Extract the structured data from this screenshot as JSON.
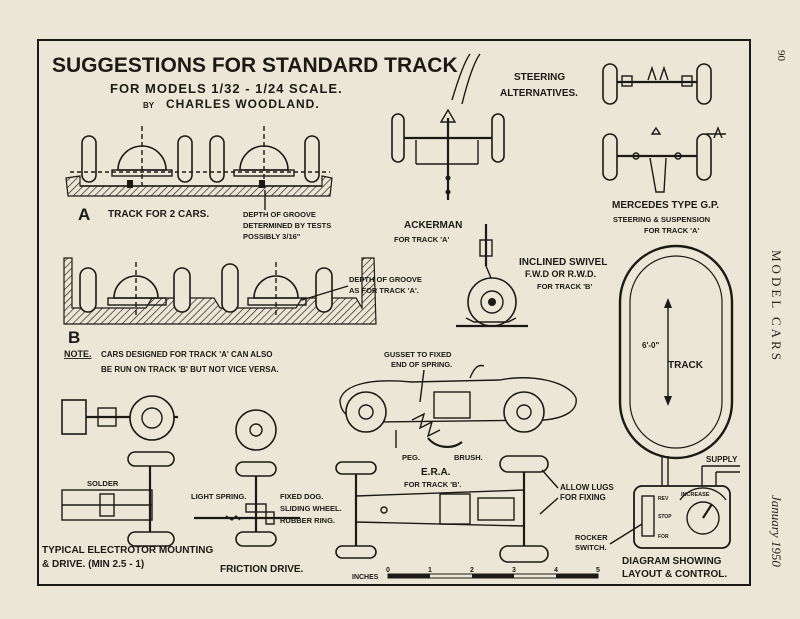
{
  "page": {
    "number": "90",
    "magazine": "MODEL  CARS",
    "issue": "January  1950"
  },
  "header": {
    "title": "SUGGESTIONS FOR STANDARD TRACK",
    "subtitle": "FOR  MODELS  1/32  -  1/24  SCALE.",
    "byline_by": "BY",
    "byline_name": "CHARLES  WOODLAND."
  },
  "steering": {
    "heading_line1": "STEERING",
    "heading_line2": "ALTERNATIVES.",
    "ackerman_title": "ACKERMAN",
    "ackerman_sub": "FOR  TRACK 'A'",
    "mercedes_title": "MERCEDES  TYPE  G.P.",
    "mercedes_sub1": "STEERING  &  SUSPENSION",
    "mercedes_sub2": "FOR  TRACK 'A'"
  },
  "track_a": {
    "letter": "A",
    "label": "TRACK  FOR  2  CARS.",
    "groove_line1": "DEPTH  OF  GROOVE",
    "groove_line2": "DETERMINED  BY  TESTS",
    "groove_line3": "POSSIBLY  3/16\""
  },
  "track_b": {
    "letter": "B",
    "groove_line1": "DEPTH  OF  GROOVE",
    "groove_line2": "AS  FOR  TRACK 'A'.",
    "note_label": "NOTE.",
    "note_line1": "CARS  DESIGNED  FOR  TRACK 'A'  CAN  ALSO",
    "note_line2": "BE  RUN  ON  TRACK 'B'  BUT  NOT  VICE  VERSA."
  },
  "swivel": {
    "title": "INCLINED  SWIVEL",
    "line2": "F.W.D  OR  R.W.D.",
    "line3": "FOR  TRACK 'B'"
  },
  "era": {
    "gusset1": "GUSSET  TO  FIXED",
    "gusset2": "END  OF  SPRING.",
    "peg": "PEG.",
    "brush": "BRUSH.",
    "title": "E.R.A.",
    "sub": "FOR  TRACK 'B'."
  },
  "electrotor": {
    "solder": "SOLDER",
    "caption1": "TYPICAL  ELECTROTOR  MOUNTING",
    "caption2": "&  DRIVE.  (MIN  2.5 - 1)"
  },
  "friction": {
    "light_spring": "LIGHT  SPRING.",
    "fixed_dog": "FIXED  DOG.",
    "sliding_wheel": "SLIDING  WHEEL.",
    "rubber_ring": "RUBBER  RING.",
    "caption": "FRICTION  DRIVE."
  },
  "lugs": {
    "line1": "ALLOW  LUGS",
    "line2": "FOR  FIXING"
  },
  "layout": {
    "track_label": "TRACK",
    "dimension": "6'-0\"",
    "supply": "SUPPLY",
    "increase": "INCREASE",
    "rev": "REV",
    "stop": "STOP",
    "fwd": "FOR",
    "rocker1": "ROCKER",
    "rocker2": "SWITCH.",
    "caption1": "DIAGRAM  SHOWING",
    "caption2": "LAYOUT  &  CONTROL."
  },
  "scale": {
    "label": "INCHES",
    "ticks": [
      "0",
      "1",
      "2",
      "3",
      "4",
      "5"
    ]
  }
}
